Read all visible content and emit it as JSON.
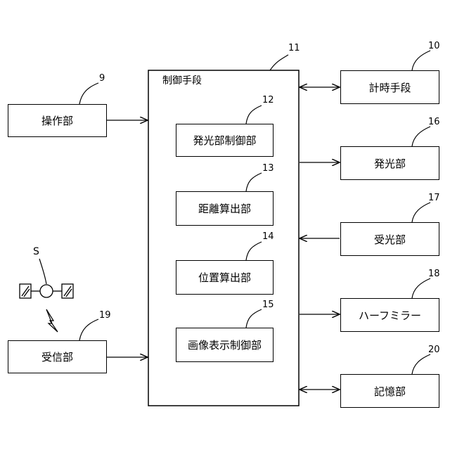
{
  "control": {
    "title": "制御手段",
    "ref": "11"
  },
  "inner_blocks": [
    {
      "label": "発光部制御部",
      "ref": "12"
    },
    {
      "label": "距離算出部",
      "ref": "13"
    },
    {
      "label": "位置算出部",
      "ref": "14"
    },
    {
      "label": "画像表示制御部",
      "ref": "15"
    }
  ],
  "left_blocks": [
    {
      "label": "操作部",
      "ref": "9"
    },
    {
      "label": "受信部",
      "ref": "19"
    }
  ],
  "right_blocks": [
    {
      "label": "計時手段",
      "ref": "10"
    },
    {
      "label": "発光部",
      "ref": "16"
    },
    {
      "label": "受光部",
      "ref": "17"
    },
    {
      "label": "ハーフミラー",
      "ref": "18"
    },
    {
      "label": "記憶部",
      "ref": "20"
    }
  ],
  "sensor": {
    "label": "S"
  }
}
